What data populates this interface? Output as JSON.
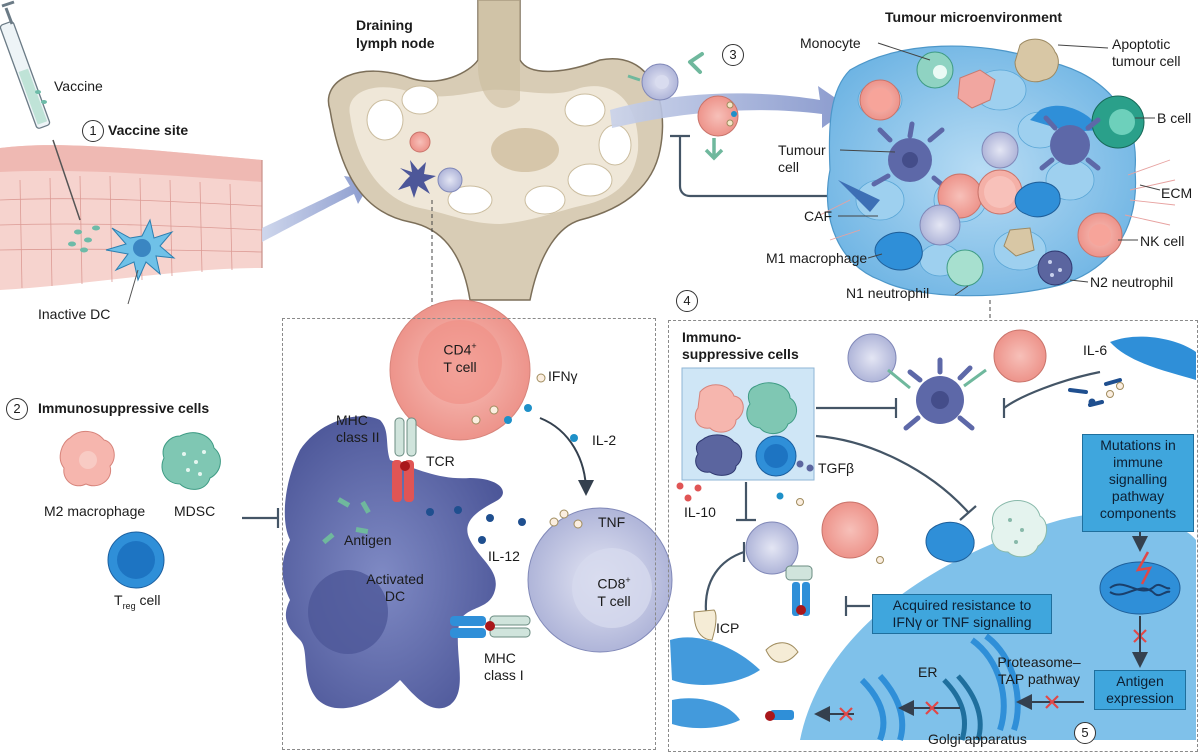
{
  "panel1": {
    "number": "1",
    "title": "Vaccine site",
    "vaccine_label": "Vaccine",
    "inactive_dc_label": "Inactive DC"
  },
  "lymph_node": {
    "title_line1": "Draining",
    "title_line2": "lymph node"
  },
  "panel2": {
    "number": "2",
    "title": "Immunosuppressive cells",
    "m2_label": "M2 macrophage",
    "mdsc_label": "MDSC",
    "treg_main": "T",
    "treg_sub": "reg",
    "treg_suffix": " cell"
  },
  "activation": {
    "cd4_line1": "CD4",
    "cd4_sup": "+",
    "cd4_line2": "T cell",
    "ifng": "IFNγ",
    "mhc2_line1": "MHC",
    "mhc2_line2": "class II",
    "tcr": "TCR",
    "il2": "IL-2",
    "antigen": "Antigen",
    "activated_line1": "Activated",
    "activated_line2": "DC",
    "il12": "IL-12",
    "tnf": "TNF",
    "cd8_line1": "CD8",
    "cd8_sup": "+",
    "cd8_line2": "T cell",
    "mhc1_line1": "MHC",
    "mhc1_line2": "class I"
  },
  "panel3": {
    "number": "3",
    "title": "Tumour microenvironment",
    "monocyte": "Monocyte",
    "apoptotic_line1": "Apoptotic",
    "apoptotic_line2": "tumour cell",
    "tumour_line1": "Tumour",
    "tumour_line2": "cell",
    "b_cell": "B cell",
    "ecm": "ECM",
    "caf": "CAF",
    "nk_cell": "NK cell",
    "m1_macrophage": "M1 macrophage",
    "n1_neutrophil": "N1 neutrophil",
    "n2_neutrophil": "N2 neutrophil"
  },
  "panel4": {
    "number": "4",
    "title_line1": "Immuno-",
    "title_line2": "suppressive cells",
    "il6": "IL-6",
    "tgfb": "TGFβ",
    "il10": "IL-10",
    "icp": "ICP",
    "mutations_box": [
      "Mutations in",
      "immune",
      "signalling",
      "pathway",
      "components"
    ],
    "resistance_box": [
      "Acquired resistance to",
      "IFNγ or TNF signalling"
    ],
    "antigen_expression_box": [
      "Antigen",
      "expression"
    ],
    "er": "ER",
    "proteasome_line1": "Proteasome–",
    "proteasome_line2": "TAP pathway",
    "golgi": "Golgi apparatus",
    "number5": "5"
  },
  "colors": {
    "arrow_blue": "#8e9fd0",
    "lymph_tan": "#e6dcc9",
    "dc_purple": "#5d68a8",
    "cd4_pink": "#f2a9a2",
    "cd8_lavender": "#c9cde6",
    "panel_blue": "#cfe6f6",
    "treg_blue": "#2f8fd8",
    "tumour_blue": "#8fc6ea",
    "inhibit_line": "#445566"
  }
}
